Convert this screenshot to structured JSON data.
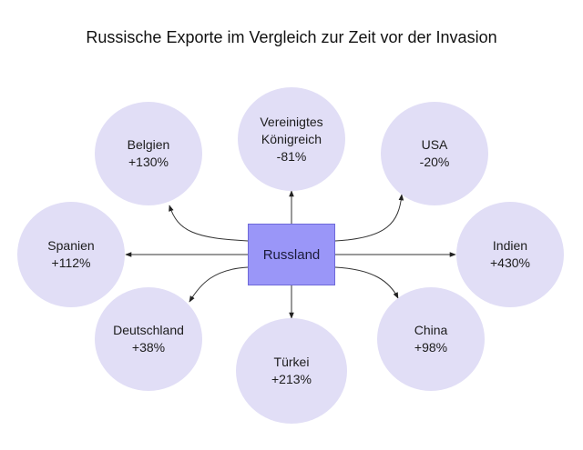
{
  "title": "Russische Exporte im Vergleich zur Zeit vor der Invasion",
  "center": {
    "label": "Russland",
    "color": "#9a96f8"
  },
  "node_color": "#e1def6",
  "countries": [
    {
      "name": "Vereinigtes Königreich",
      "line1": "Vereinigtes",
      "line2": "Königreich",
      "change": "-81%"
    },
    {
      "name": "Belgien",
      "change": "+130%"
    },
    {
      "name": "USA",
      "change": "-20%"
    },
    {
      "name": "Spanien",
      "change": "+112%"
    },
    {
      "name": "Indien",
      "change": "+430%"
    },
    {
      "name": "Deutschland",
      "change": "+38%"
    },
    {
      "name": "China",
      "change": "+98%"
    },
    {
      "name": "Türkei",
      "change": "+213%"
    }
  ]
}
